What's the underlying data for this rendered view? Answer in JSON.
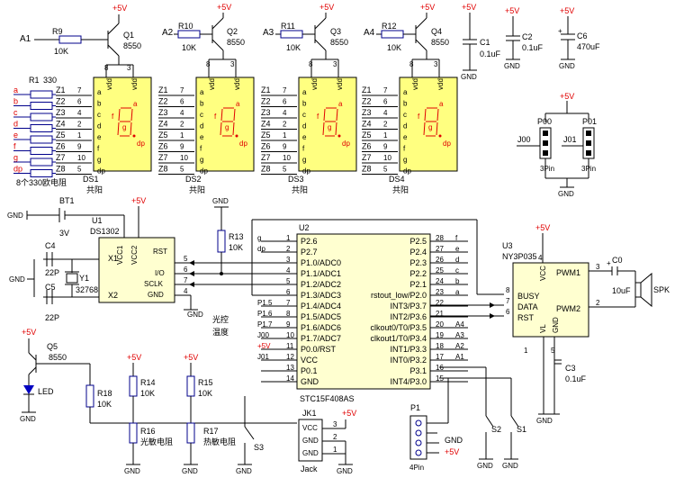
{
  "power": {
    "vcc": "+5V",
    "gnd": "GND"
  },
  "transistors": [
    {
      "ref": "Q1",
      "type": "8550",
      "res": "R9",
      "res_val": "10K",
      "input": "A1"
    },
    {
      "ref": "Q2",
      "type": "8550",
      "res": "R10",
      "res_val": "10K",
      "input": "A2"
    },
    {
      "ref": "Q3",
      "type": "8550",
      "res": "R11",
      "res_val": "10K",
      "input": "A3"
    },
    {
      "ref": "Q4",
      "type": "8550",
      "res": "R12",
      "res_val": "10K",
      "input": "A4"
    }
  ],
  "pin_labels": [
    "1",
    "2",
    "3"
  ],
  "displays": [
    {
      "ref": "DS1",
      "label": "共阳"
    },
    {
      "ref": "DS2",
      "label": "共阳"
    },
    {
      "ref": "DS3",
      "label": "共阳"
    },
    {
      "ref": "DS4",
      "label": "共阳"
    }
  ],
  "seg_rows": [
    {
      "z": "Z1",
      "pin": "7",
      "seg": "a"
    },
    {
      "z": "Z2",
      "pin": "6",
      "seg": "b"
    },
    {
      "z": "Z3",
      "pin": "4",
      "seg": "c"
    },
    {
      "z": "Z4",
      "pin": "2",
      "seg": "d"
    },
    {
      "z": "Z5",
      "pin": "1",
      "seg": "e"
    },
    {
      "z": "Z6",
      "pin": "9",
      "seg": "f"
    },
    {
      "z": "Z7",
      "pin": "10",
      "seg": "g"
    },
    {
      "z": "Z8",
      "pin": "5",
      "seg": "dp"
    }
  ],
  "seg_display": {
    "vdd": "vdd",
    "pin8": "8",
    "pin3": "3"
  },
  "rnet": {
    "ref": "R1",
    "val": "330",
    "note": "8个330欧电阻",
    "rows": [
      "a",
      "b",
      "c",
      "d",
      "e",
      "f",
      "g",
      "dp"
    ]
  },
  "caps_top": [
    {
      "ref": "C1",
      "val": "0.1uF"
    },
    {
      "ref": "C2",
      "val": "0.1uF"
    },
    {
      "ref": "C6",
      "val": "470uF"
    }
  ],
  "headers": [
    {
      "ref": "P00",
      "net": "J00",
      "pins": "3Pin"
    },
    {
      "ref": "P01",
      "net": "J01",
      "pins": "3Pin"
    }
  ],
  "battery": {
    "ref": "BT1",
    "val": "3V"
  },
  "rtc": {
    "ref": "U1",
    "part": "DS1302",
    "pins_left": [
      "X1",
      "X2"
    ],
    "pins_top": [
      "VCC1",
      "VCC2"
    ],
    "pins_right": [
      "RST",
      "I/O",
      "SCLK",
      "GND"
    ],
    "pin_nums": [
      "5",
      "6",
      "7",
      "4"
    ]
  },
  "crystal": {
    "ref": "Y1",
    "val": "32768",
    "caps": [
      {
        "ref": "C4",
        "val": "22P"
      },
      {
        "ref": "C5",
        "val": "22P"
      }
    ]
  },
  "r13": {
    "ref": "R13",
    "val": "10K"
  },
  "mcu": {
    "ref": "U2",
    "part": "STC15F408AS",
    "left": [
      {
        "n": "1",
        "name": "P2.6",
        "net": "g"
      },
      {
        "n": "2",
        "name": "P2.7",
        "net": "dp"
      },
      {
        "n": "3",
        "name": "P1.0/ADC0",
        "net": ""
      },
      {
        "n": "4",
        "name": "P1.1/ADC1",
        "net": ""
      },
      {
        "n": "5",
        "name": "P1.2/ADC2",
        "net": ""
      },
      {
        "n": "6",
        "name": "P1.3/ADC3",
        "net": ""
      },
      {
        "n": "7",
        "name": "P1.4/ADC4",
        "net": "P1.5"
      },
      {
        "n": "8",
        "name": "P1.5/ADC5",
        "net": "P1.6"
      },
      {
        "n": "9",
        "name": "P1.6/ADC6",
        "net": "P1.7"
      },
      {
        "n": "10",
        "name": "P1.7/ADC7",
        "net": "J00"
      },
      {
        "n": "11",
        "name": "P0.0/RST",
        "net": "+5V"
      },
      {
        "n": "12",
        "name": "VCC",
        "net": "J01"
      },
      {
        "n": "13",
        "name": "P0.1",
        "net": ""
      },
      {
        "n": "14",
        "name": "GND",
        "net": ""
      }
    ],
    "right": [
      {
        "n": "28",
        "name": "P2.5",
        "net": "f"
      },
      {
        "n": "27",
        "name": "P2.4",
        "net": "e"
      },
      {
        "n": "26",
        "name": "P2.3",
        "net": "d"
      },
      {
        "n": "25",
        "name": "P2.2",
        "net": "c"
      },
      {
        "n": "24",
        "name": "P2.1",
        "net": "b"
      },
      {
        "n": "23",
        "name": "rstout_low/P2.0",
        "net": "a"
      },
      {
        "n": "22",
        "name": "INT3/P3.7",
        "net": ""
      },
      {
        "n": "21",
        "name": "INT2/P3.6",
        "net": ""
      },
      {
        "n": "20",
        "name": "clkout0/T0/P3.5",
        "net": "A4"
      },
      {
        "n": "19",
        "name": "clkout1/T0/P3.4",
        "net": "A3"
      },
      {
        "n": "18",
        "name": "INT1/P3.3",
        "net": "A2"
      },
      {
        "n": "17",
        "name": "INT0/P3.2",
        "net": "A1"
      },
      {
        "n": "16",
        "name": "P3.1",
        "net": ""
      },
      {
        "n": "15",
        "name": "INT4/P3.0",
        "net": ""
      }
    ],
    "notes": [
      "光控",
      "温度"
    ]
  },
  "voice": {
    "ref": "U3",
    "part": "NY3P035",
    "pins_left": [
      "BUSY",
      "DATA",
      "RST"
    ],
    "pins_right": [
      "PWM1",
      "PWM2"
    ],
    "pins_misc": [
      "VCC",
      "VL",
      "GND"
    ],
    "pin_nums": [
      "8",
      "7",
      "6",
      "4",
      "3",
      "2",
      "1",
      "5"
    ]
  },
  "c0": {
    "ref": "C0",
    "val": "10uF"
  },
  "spk": {
    "ref": "SPK"
  },
  "c3": {
    "ref": "C3",
    "val": "0.1uF"
  },
  "led_block": {
    "q": "Q5",
    "q_type": "8550",
    "led": "LED",
    "r18": "R18",
    "r18_val": "10K"
  },
  "sensors": [
    {
      "ref": "R14",
      "val": "10K",
      "sensor": "R16",
      "sensor_label": "光敏电阻"
    },
    {
      "ref": "R15",
      "val": "10K",
      "sensor": "R17",
      "sensor_label": "热敏电阻"
    }
  ],
  "switches": [
    "S3",
    "S2",
    "S1"
  ],
  "jack": {
    "ref": "JK1",
    "label": "Jack",
    "pins": [
      "VCC",
      "GND",
      "GND"
    ],
    "nums": [
      "3",
      "2",
      "1"
    ]
  },
  "p1": {
    "ref": "P1",
    "pins": "4Pin",
    "labels": [
      "GND",
      "+5V"
    ]
  }
}
